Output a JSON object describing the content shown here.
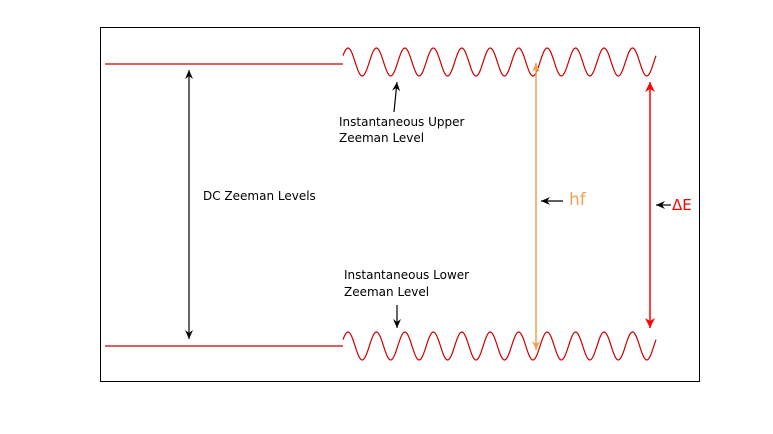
{
  "diagram": {
    "labels": {
      "upper_level": [
        "Instantaneous Upper",
        "Zeeman Level"
      ],
      "lower_level": [
        "Instantaneous Lower",
        "Zeeman Level"
      ],
      "dc_levels": "DC Zeeman Levels",
      "photon_energy": "hf",
      "energy_gap": "ΔE"
    },
    "colors": {
      "level_line": "#cc0000",
      "hf_arrow": "#f0a050",
      "hf_text": "#f0a050",
      "delta_e_arrow": "#ff0000",
      "delta_e_text": "#ff0000",
      "dc_arrow": "#000000",
      "frame": "#000000"
    },
    "upper_wave_cycles": 11,
    "lower_wave_cycles": 11
  }
}
